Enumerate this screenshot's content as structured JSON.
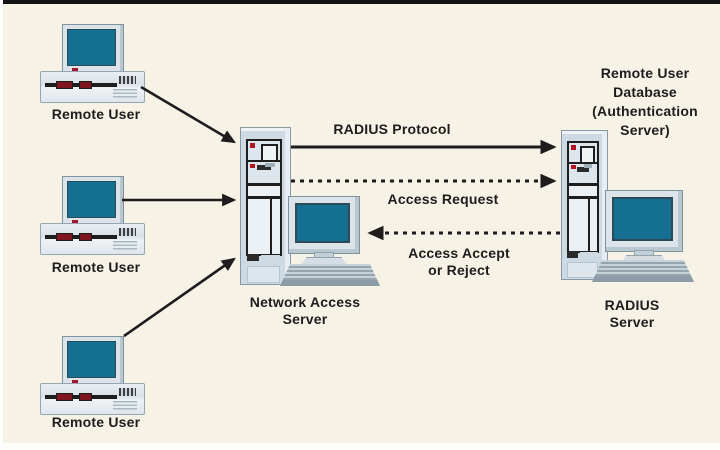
{
  "colors": {
    "background": "#f6f2e6",
    "ink": "#1e1c1d",
    "screen_teal": "#156f90",
    "tower_body": "#cdd9e3",
    "red_accent": "#a51523"
  },
  "remote_users": [
    {
      "label": "Remote User"
    },
    {
      "label": "Remote User"
    },
    {
      "label": "Remote User"
    }
  ],
  "network_access_server": {
    "label": "Network Access\nServer"
  },
  "radius_server": {
    "label": "RADIUS\nServer",
    "annotation": "Remote User\nDatabase\n(Authentication\nServer)"
  },
  "flows": {
    "radius_protocol": "RADIUS Protocol",
    "access_request": "Access Request",
    "access_accept": "Access Accept\nor Reject"
  }
}
